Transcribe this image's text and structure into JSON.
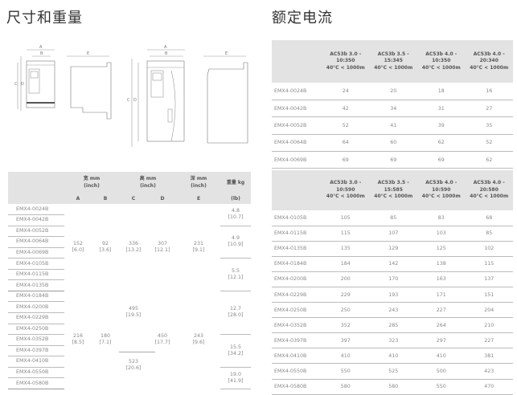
{
  "left_title": "尺寸和重量",
  "right_title": "额定电流",
  "diagram_labels": {
    "a": "A",
    "b": "B",
    "c": "C",
    "d": "D",
    "e": "E"
  },
  "dims": {
    "headers": {
      "width": "宽 mm",
      "width_unit": "(inch)",
      "height": "高 mm",
      "height_unit": "(inch)",
      "depth": "深 mm",
      "depth_unit": "(inch)",
      "weight": "重量 kg",
      "weight_unit": "(lb)",
      "a": "A",
      "b": "B",
      "c": "C",
      "d": "D",
      "e": "E"
    },
    "models": [
      "EMX4-0024B",
      "EMX4-0042B",
      "EMX4-0052B",
      "EMX4-0064B",
      "EMX4-0069B",
      "EMX4-0105B",
      "EMX4-0115B",
      "EMX4-0135B",
      "EMX4-0184B",
      "EMX4-0200B",
      "EMX4-0229B",
      "EMX4-0250B",
      "EMX4-0352B",
      "EMX4-0397B",
      "EMX4-0410B",
      "EMX4-0550B",
      "EMX4-0580B"
    ],
    "group1": {
      "a": "152",
      "a_in": "[6.0]",
      "b": "92",
      "b_in": "[3.6]",
      "c": "336",
      "c_in": "[13.2]",
      "d": "307",
      "d_in": "[12.1]",
      "e": "231",
      "e_in": "[9.1]",
      "weights": [
        {
          "kg": "4.8",
          "lb": "[10.7]"
        },
        {
          "kg": "4.9",
          "lb": "[10.9]"
        },
        {
          "kg": "5.5",
          "lb": "[12.1]"
        }
      ]
    },
    "group2": {
      "a": "216",
      "a_in": "[8.5]",
      "b": "180",
      "b_in": "[7.1]",
      "c1": "495",
      "c1_in": "[19.5]",
      "c2": "523",
      "c2_in": "[20.6]",
      "d": "450",
      "d_in": "[17.7]",
      "e": "243",
      "e_in": "[9.6]",
      "weights": [
        {
          "kg": "12.7",
          "lb": "[28.0]"
        },
        {
          "kg": "15.5",
          "lb": "[34.2]"
        },
        {
          "kg": "19.0",
          "lb": "[41.9]"
        }
      ]
    }
  },
  "ratings1": {
    "headers": [
      [
        "AC53b 3.0 -",
        "10:350",
        "40°C < 1000m"
      ],
      [
        "AC53b 3.5 -",
        "15:345",
        "40°C < 1000m"
      ],
      [
        "AC53b 4.0 -",
        "10:350",
        "40°C < 1000m"
      ],
      [
        "AC53b 4.0 -",
        "20:340",
        "40°C < 1000m"
      ]
    ],
    "rows": [
      [
        "EMX4-0024B",
        "24",
        "20",
        "18",
        "16"
      ],
      [
        "EMX4-0042B",
        "42",
        "34",
        "31",
        "27"
      ],
      [
        "EMX4-0052B",
        "52",
        "41",
        "39",
        "35"
      ],
      [
        "EMX4-0064B",
        "64",
        "60",
        "62",
        "52"
      ],
      [
        "EMX4-0069B",
        "69",
        "69",
        "69",
        "62"
      ]
    ]
  },
  "ratings2": {
    "headers": [
      [
        "AC53b 3.0 -",
        "10:590",
        "40°C < 1000m"
      ],
      [
        "AC53b 3.5 -",
        "15:585",
        "40°C < 1000m"
      ],
      [
        "AC53b 4.0 -",
        "10:590",
        "40°C < 1000m"
      ],
      [
        "AC53b 4.0 -",
        "20:580",
        "40°C < 1000m"
      ]
    ],
    "rows": [
      [
        "EMX4-0105B",
        "105",
        "85",
        "83",
        "68"
      ],
      [
        "EMX4-0115B",
        "115",
        "107",
        "103",
        "85"
      ],
      [
        "EMX4-0135B",
        "135",
        "129",
        "125",
        "102"
      ],
      [
        "EMX4-0184B",
        "184",
        "142",
        "138",
        "115"
      ],
      [
        "EMX4-0200B",
        "200",
        "170",
        "163",
        "137"
      ],
      [
        "EMX4-0229B",
        "229",
        "193",
        "171",
        "151"
      ],
      [
        "EMX4-0250B",
        "250",
        "243",
        "227",
        "204"
      ],
      [
        "EMX4-0352B",
        "352",
        "285",
        "264",
        "210"
      ],
      [
        "EMX4-0397B",
        "397",
        "323",
        "297",
        "227"
      ],
      [
        "EMX4-0410B",
        "410",
        "410",
        "410",
        "381"
      ],
      [
        "EMX4-0550B",
        "550",
        "525",
        "500",
        "423"
      ],
      [
        "EMX4-0580B",
        "580",
        "580",
        "550",
        "470"
      ]
    ]
  }
}
